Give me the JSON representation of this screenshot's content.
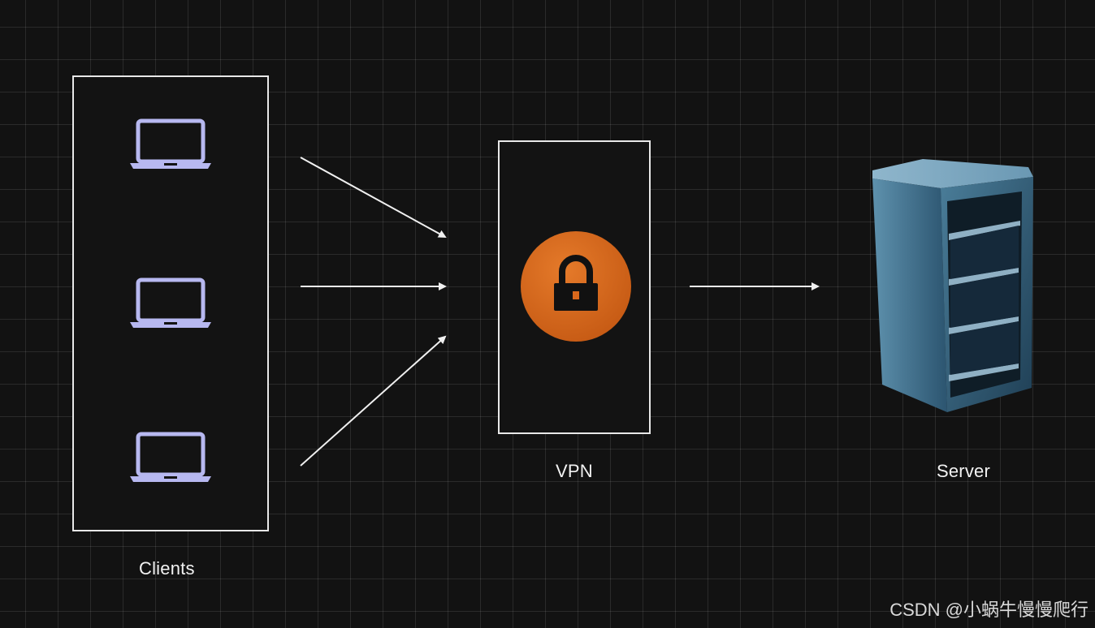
{
  "nodes": {
    "clients": {
      "label": "Clients",
      "devices": [
        "laptop",
        "laptop",
        "laptop"
      ]
    },
    "vpn": {
      "label": "VPN",
      "icon": "lock-icon"
    },
    "server": {
      "label": "Server",
      "icon": "server-rack-icon"
    }
  },
  "edges": [
    {
      "from": "clients.0",
      "to": "vpn"
    },
    {
      "from": "clients.1",
      "to": "vpn"
    },
    {
      "from": "clients.2",
      "to": "vpn"
    },
    {
      "from": "vpn",
      "to": "server"
    }
  ],
  "colors": {
    "background": "#121212",
    "laptop": "#b7b8f0",
    "lock_circle": "#d9681c",
    "lock": "#111111",
    "stroke": "#e8e8e8"
  },
  "watermark": "CSDN @小蜗牛慢慢爬行"
}
